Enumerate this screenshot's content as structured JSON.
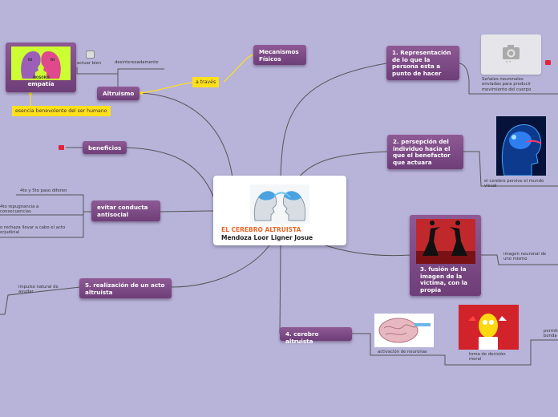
{
  "center": {
    "title": "EL CEREBRO ALTRUISTA",
    "subtitle": "Mendoza Loor Ligner Josue"
  },
  "nodes": {
    "altruismo": "Altruismo",
    "mecanismos": "Mecanismos Físicos",
    "beneficios": "beneficios",
    "evitar": "evitar conducta antisocial",
    "realizacion": "5. realización de un acto altruista",
    "rep": "1. Representación de lo que la persona esta a punto de hacer",
    "persepcion": "2. persepción del individuo hacia el que el benefactor que  actuara",
    "fusion": "3. fusión de la imagen de la victima, con la propia",
    "cerebro": "4. cerebro altruista",
    "empatia": "empatía"
  },
  "yellow": {
    "a_traves": "a través",
    "esencia": "esencia benevolente del ser humano"
  },
  "notes": {
    "actuar_bien": "actuar bien",
    "desinteresadamente": "desinteresadamente",
    "senales": "Señales neuronales enviadas para producir movimiento del cuerpo",
    "percibe": "el cerebro persive el mundo visual",
    "imagen_neuronal": "imagen neuronal de uno mismo",
    "activacion": "activación  de neuronas",
    "toma": "toma de decisión moral",
    "permite": "permite bonda",
    "cuarto_quinto": "4to y 5to paso diferen",
    "repugnancia": "4to  repugnancia a consecuencias",
    "rechaza": "o rechaza llevar a cabo el acto erjudicial",
    "impulso": "impulso natural de ayudar",
    "mosoros": "MOSORIS"
  },
  "colors": {
    "background": "#b7b3d9",
    "node": "#7b4a85",
    "highlight": "#ffe01b",
    "title_accent": "#e6692b",
    "tag": "#e0243b"
  },
  "icons": [
    "brain-heads-icon",
    "camera-icon",
    "neural-head-icon",
    "dancers-icon",
    "brain-icon",
    "homer-icon",
    "note-icon",
    "red-tag-icon"
  ]
}
